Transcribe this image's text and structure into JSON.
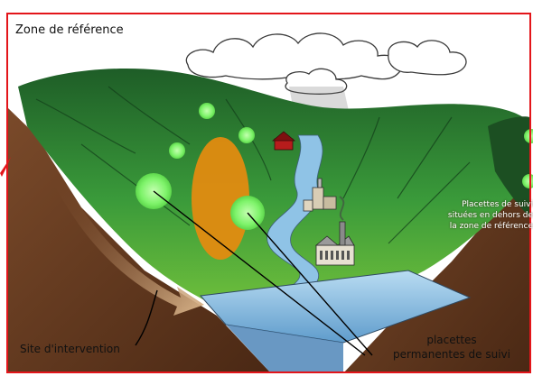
{
  "labels": {
    "reference_zone": "Zone de référence",
    "intervention_site": "Site d'intervention",
    "permanent_plots_line1": "placettes",
    "permanent_plots_line2": "permanentes de suivi",
    "outside_plots": "Placettes de suivi situées en dehors de la zone de référence"
  },
  "colors": {
    "frame": "#e3151a",
    "valley_green": "#2f8f3a",
    "dark_green": "#1f5e2a",
    "soil": "#6b3d22",
    "water": "#7fb6dc",
    "intervention_zone": "#e28b10",
    "plot_circle": "#7ef36a"
  }
}
